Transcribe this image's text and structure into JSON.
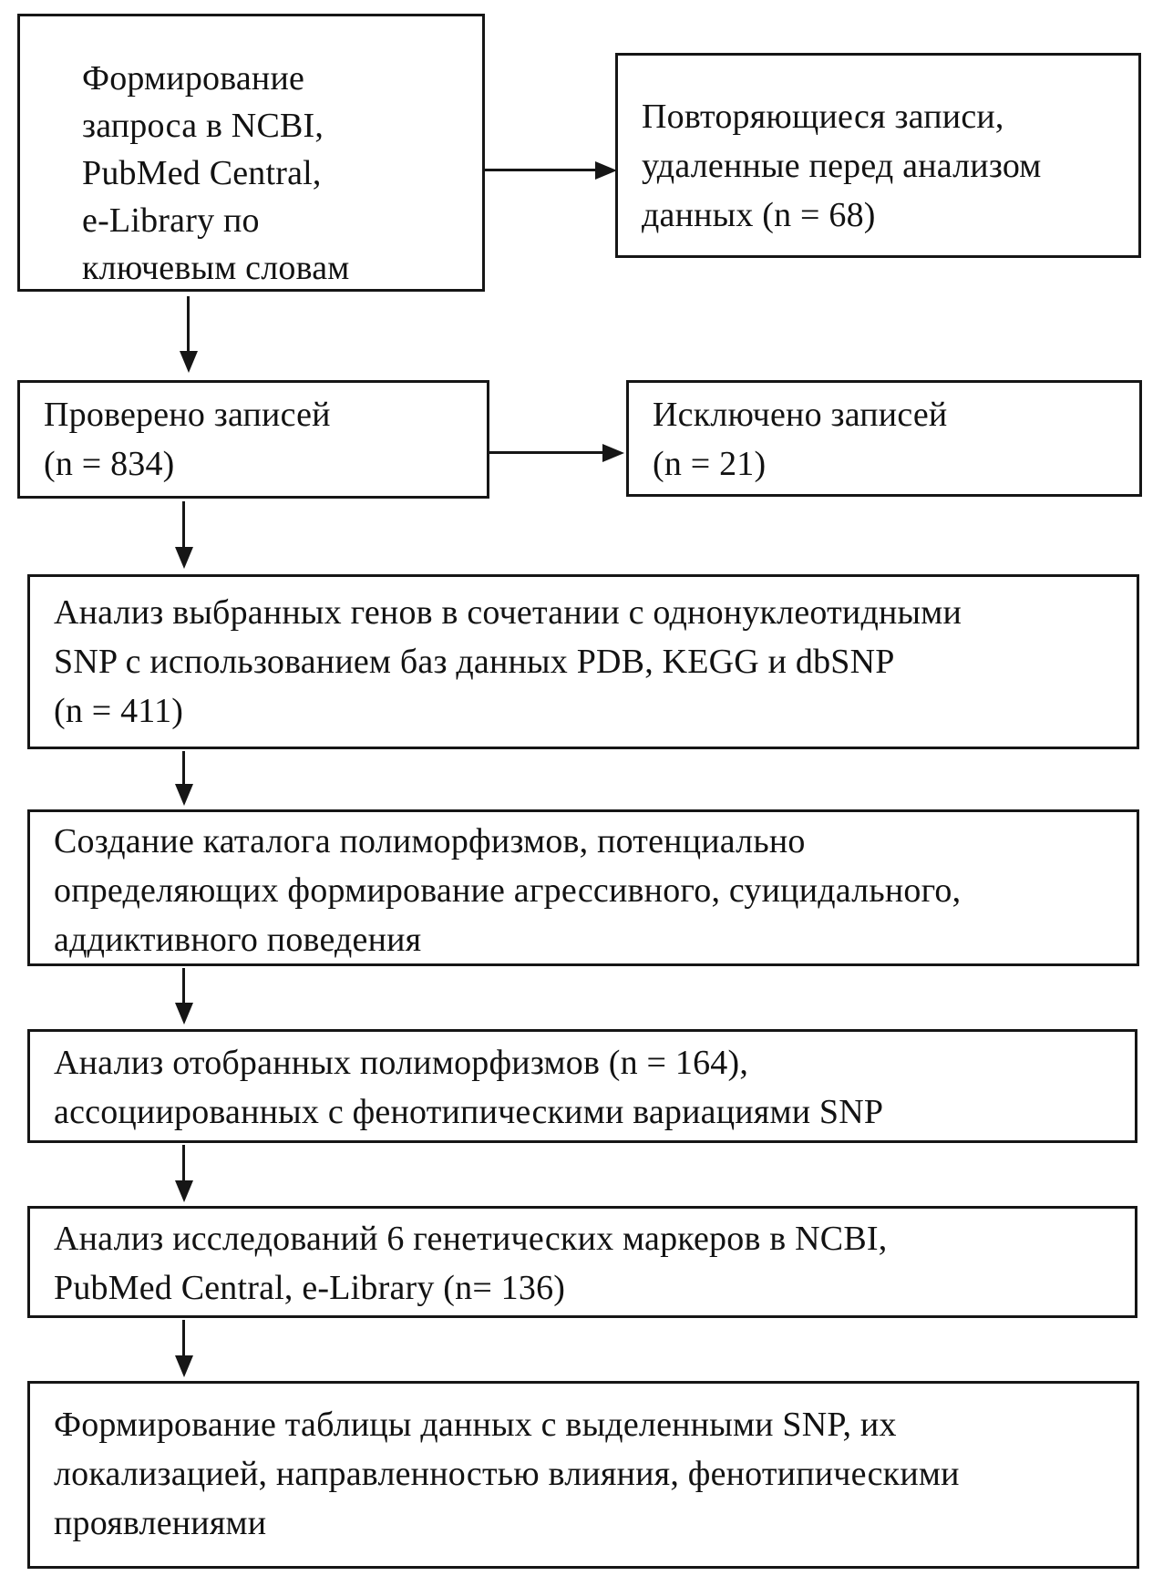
{
  "diagram": {
    "boxes": {
      "query": {
        "text": "Формирование\nзапроса в NCBI,\nPubMed Central,\ne-Library по\nключевым словам"
      },
      "duplicates": {
        "text": "Повторяющиеся записи,\nудаленные перед анализом\nданных (n = 68)"
      },
      "screened": {
        "text": "Проверено записей\n(n = 834)"
      },
      "excluded": {
        "text": "Исключено записей\n(n = 21)"
      },
      "genes_analysis": {
        "text": "Анализ выбранных генов в сочетании с однонуклеотидными\nSNP с использованием баз данных PDB, KEGG и dbSNP\n(n = 411)"
      },
      "catalog": {
        "text": "Создание каталога полиморфизмов, потенциально\nопределяющих формирование агрессивного, суицидального,\nаддиктивного поведения"
      },
      "polymorphisms": {
        "text": "Анализ отобранных полиморфизмов (n = 164),\nассоциированных с фенотипическими вариациями SNP"
      },
      "markers": {
        "text": "Анализ исследований 6 генетических маркеров в NCBI,\nPubMed Central, e-Library (n= 136)"
      },
      "table": {
        "text": "Формирование таблицы данных с выделенными SNP, их\nлокализацией, направленностью влияния, фенотипическими\nпроявлениями"
      }
    }
  }
}
